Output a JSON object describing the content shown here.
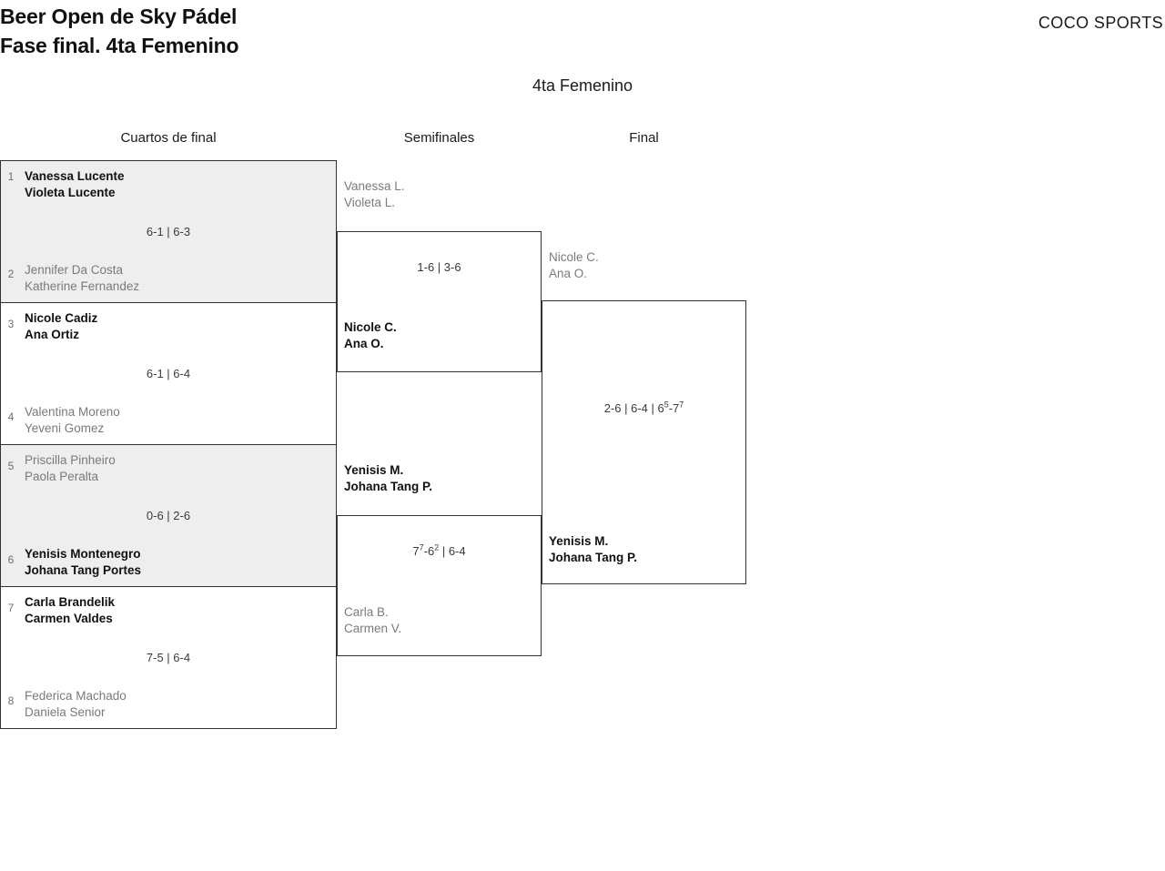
{
  "header": {
    "title": "Beer Open de Sky Pádel\nFase final. 4ta Femenino",
    "brand": "COCO SPORTS",
    "category": "4ta Femenino"
  },
  "rounds": [
    {
      "label": "Cuartos de final"
    },
    {
      "label": "Semifinales"
    },
    {
      "label": "Final"
    }
  ],
  "quarterfinals": [
    {
      "score": "6-1 | 6-3",
      "top": {
        "seed": "1",
        "p1": "Vanessa Lucente",
        "p2": "Violeta Lucente",
        "winner": true
      },
      "bottom": {
        "seed": "2",
        "p1": "Jennifer Da Costa",
        "p2": "Katherine Fernandez",
        "winner": false
      }
    },
    {
      "score": "6-1 | 6-4",
      "top": {
        "seed": "3",
        "p1": "Nicole Cadiz",
        "p2": "Ana Ortiz",
        "winner": true
      },
      "bottom": {
        "seed": "4",
        "p1": "Valentina Moreno",
        "p2": "Yeveni Gomez",
        "winner": false
      }
    },
    {
      "score": "0-6 | 2-6",
      "top": {
        "seed": "5",
        "p1": "Priscilla Pinheiro",
        "p2": "Paola Peralta",
        "winner": false
      },
      "bottom": {
        "seed": "6",
        "p1": "Yenisis Montenegro",
        "p2": "Johana Tang Portes",
        "winner": true
      }
    },
    {
      "score": "7-5 | 6-4",
      "top": {
        "seed": "7",
        "p1": "Carla Brandelik",
        "p2": "Carmen Valdes",
        "winner": true
      },
      "bottom": {
        "seed": "8",
        "p1": "Federica Machado",
        "p2": "Daniela Senior",
        "winner": false
      }
    }
  ],
  "semifinals": [
    {
      "score_html": "1-6 | 3-6",
      "top": {
        "p1": "Vanessa L.",
        "p2": "Violeta L.",
        "winner": false
      },
      "bottom": {
        "p1": "Nicole C.",
        "p2": "Ana O.",
        "winner": true
      }
    },
    {
      "score_html": "7<sup>7</sup>-6<sup>2</sup> | 6-4",
      "top": {
        "p1": "Yenisis M.",
        "p2": "Johana Tang P.",
        "winner": true
      },
      "bottom": {
        "p1": "Carla B.",
        "p2": "Carmen V.",
        "winner": false
      }
    }
  ],
  "final": {
    "score_html": "2-6 | 6-4 | 6<sup>5</sup>-7<sup>7</sup>",
    "top": {
      "p1": "Nicole C.",
      "p2": "Ana O.",
      "winner": false
    },
    "bottom": {
      "p1": "Yenisis M.",
      "p2": "Johana Tang P.",
      "winner": true
    }
  },
  "colors": {
    "shade": "#eeeeee",
    "border": "#333333",
    "winner_text": "#111111",
    "loser_text": "#7a7a7a"
  }
}
